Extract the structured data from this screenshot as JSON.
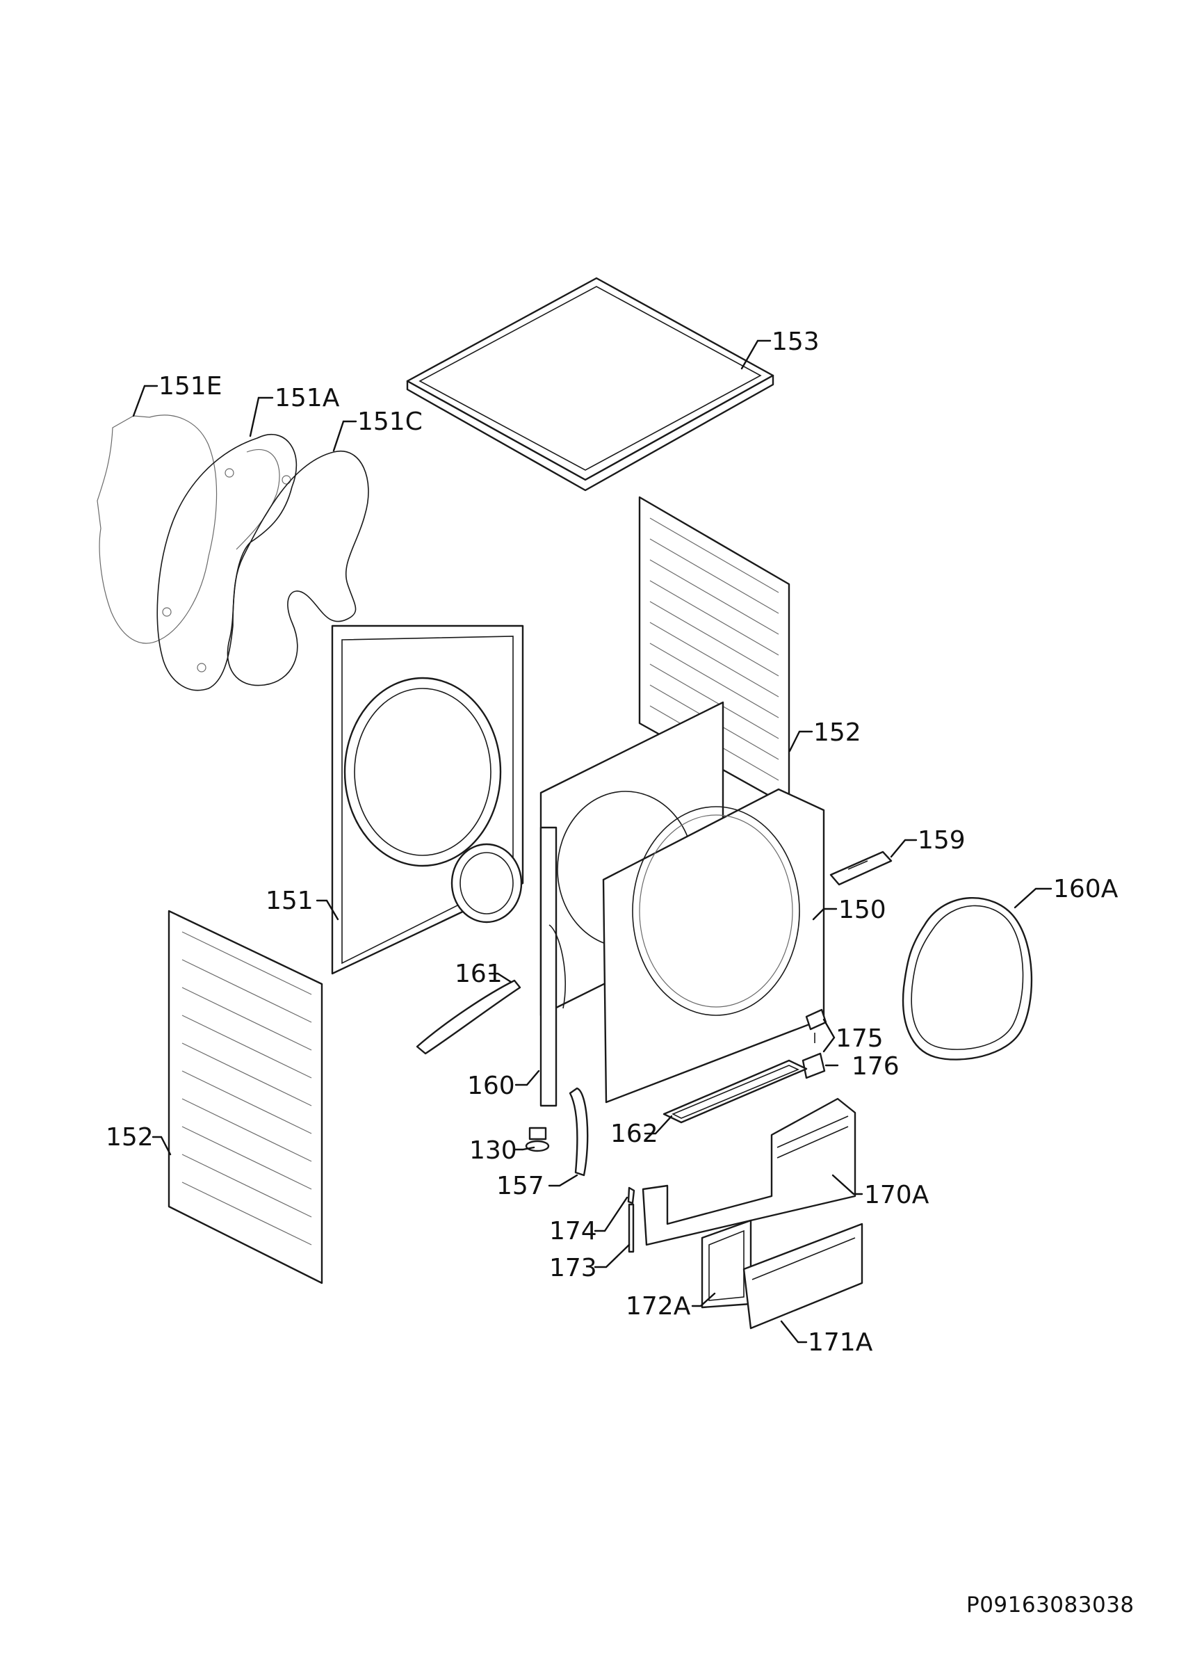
{
  "document_id": "P09163083038",
  "callouts": {
    "c153": "153",
    "c151E": "151E",
    "c151A": "151A",
    "c151C": "151C",
    "c152_right": "152",
    "c159": "159",
    "c160A": "160A",
    "c150": "150",
    "c151": "151",
    "c161": "161",
    "c175": "175",
    "c176": "176",
    "c160": "160",
    "c152_left": "152",
    "c162": "162",
    "c130": "130",
    "c157": "157",
    "c170A": "170A",
    "c174": "174",
    "c173": "173",
    "c172A": "172A",
    "c171A": "171A"
  }
}
